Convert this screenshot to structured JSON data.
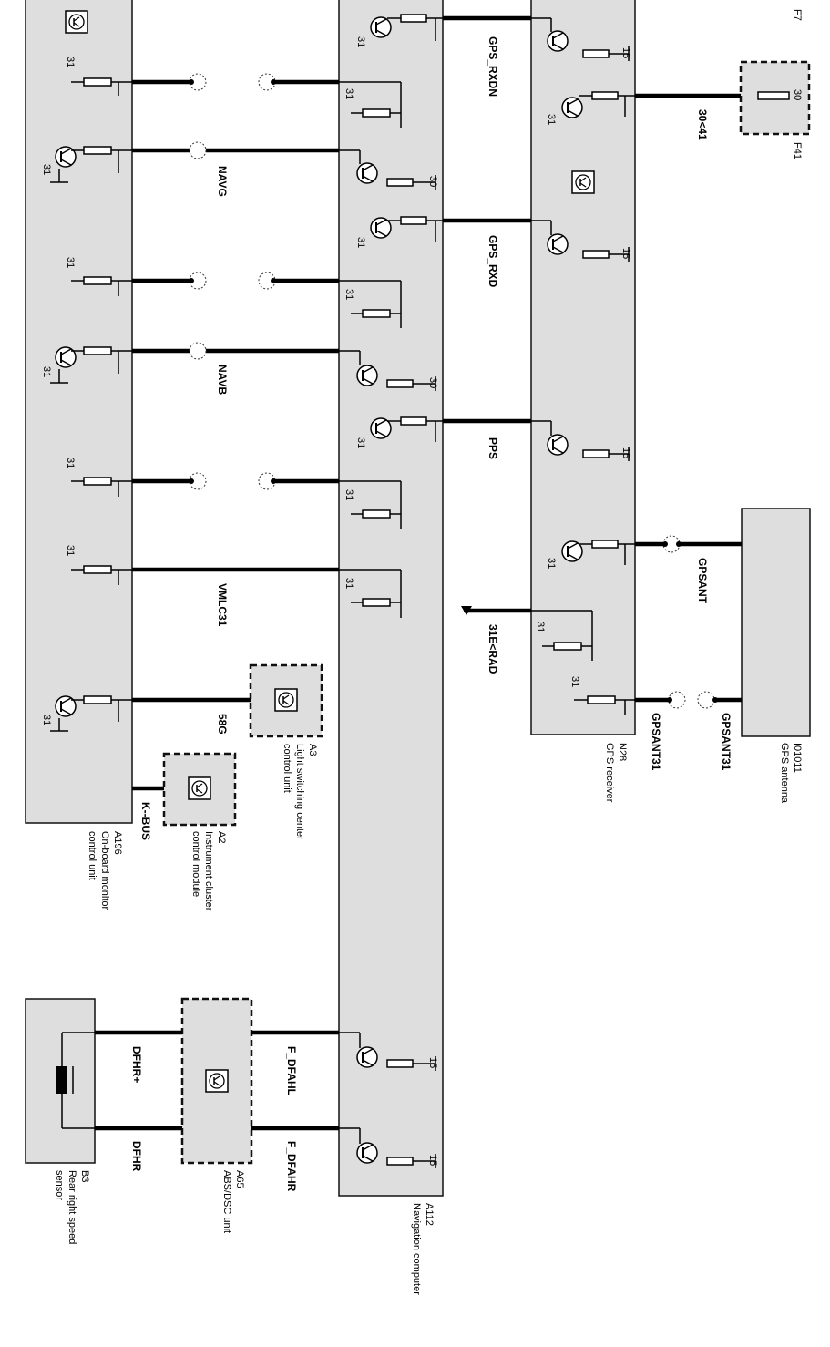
{
  "components": {
    "a196": {
      "id": "A196",
      "name_l1": "On-board monitor",
      "name_l2": "control unit"
    },
    "a2": {
      "id": "A2",
      "name_l1": "Instrument cluster",
      "name_l2": "control module"
    },
    "a3": {
      "id": "A3",
      "name_l1": "Light switching center",
      "name_l2": "control unit"
    },
    "a112": {
      "id": "A112",
      "name_l1": "Navigation computer"
    },
    "n28": {
      "id": "N28",
      "name_l1": "GPS receiver"
    },
    "i01011": {
      "id": "I01011",
      "name_l1": "GPS antenna"
    },
    "f41": {
      "id": "F41"
    },
    "f7": {
      "id": "F7"
    },
    "a65": {
      "id": "A65",
      "name_l1": "ABS/DSC unit"
    },
    "b3": {
      "id": "B3",
      "name_l1": "Rear right speed",
      "name_l2": "sensor"
    }
  },
  "signals": {
    "gps_rxdn": "GPS_RXDN",
    "gps_rxd": "GPS_RXD",
    "pps": "PPS",
    "navg": "NAVG",
    "navb": "NAVB",
    "vmlc31": "VMLC31",
    "s58g": "58G",
    "kbus": "K--BUS",
    "f_dfahl": "F_DFAHL",
    "f_dfahr": "F_DFAHR",
    "dfhr_plus": "DFHR+",
    "dfhr": "DFHR",
    "gpsant": "GPSANT",
    "gpsant31": "GPSANT31",
    "t30_41": "30<41",
    "t31e_rad": "31E<RAD"
  },
  "terminals": {
    "t31": "31",
    "t30": "30",
    "t15": "15"
  }
}
